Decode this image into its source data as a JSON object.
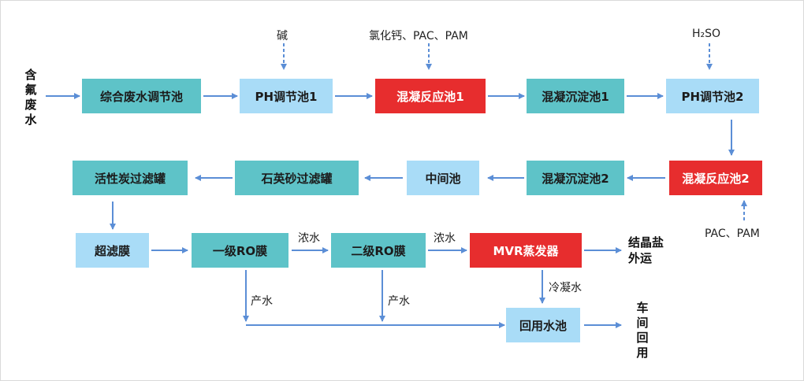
{
  "inputs": {
    "raw_water": "含氟废水",
    "alkali": "碱",
    "chemicals1": "氯化钙、PAC、PAM",
    "acid": "H₂SO",
    "chemicals2": "PAC、PAM"
  },
  "boxes": {
    "equalization": "综合废水调节池",
    "ph1": "PH调节池1",
    "coag1": "混凝反应池1",
    "sed1": "混凝沉淀池1",
    "ph2": "PH调节池2",
    "coag2": "混凝反应池2",
    "sed2": "混凝沉淀池2",
    "middle": "中间池",
    "sand": "石英砂过滤罐",
    "carbon": "活性炭过滤罐",
    "uf": "超滤膜",
    "ro1": "一级RO膜",
    "ro2": "二级RO膜",
    "mvr": "MVR蒸发器",
    "reuse": "回用水池"
  },
  "labels": {
    "conc1": "浓水",
    "conc2": "浓水",
    "prod1": "产水",
    "prod2": "产水",
    "condensate": "冷凝水",
    "salt": "结晶盐\n外运",
    "workshop": "车间回用"
  },
  "colors": {
    "teal": "#5ec3c8",
    "light_blue": "#a9dcf7",
    "red": "#e72d2e",
    "arrow": "#5b8ed6"
  }
}
